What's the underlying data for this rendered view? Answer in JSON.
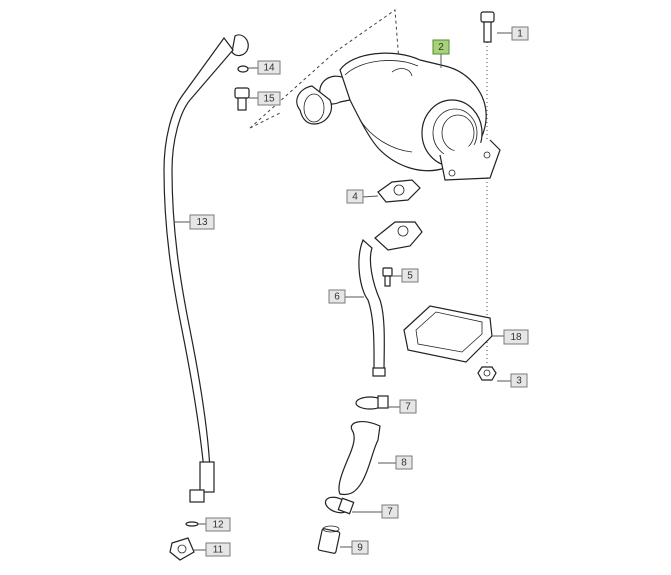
{
  "diagram": {
    "highlight_color": "#a6d27a",
    "callouts": [
      {
        "id": "1",
        "text": "1",
        "selected": false
      },
      {
        "id": "2",
        "text": "2",
        "selected": true
      },
      {
        "id": "3",
        "text": "3",
        "selected": false
      },
      {
        "id": "4",
        "text": "4",
        "selected": false
      },
      {
        "id": "5",
        "text": "5",
        "selected": false
      },
      {
        "id": "6",
        "text": "6",
        "selected": false
      },
      {
        "id": "7a",
        "text": "7",
        "selected": false
      },
      {
        "id": "7b",
        "text": "7",
        "selected": false
      },
      {
        "id": "8",
        "text": "8",
        "selected": false
      },
      {
        "id": "9",
        "text": "9",
        "selected": false
      },
      {
        "id": "11",
        "text": "11",
        "selected": false
      },
      {
        "id": "12",
        "text": "12",
        "selected": false
      },
      {
        "id": "13",
        "text": "13",
        "selected": false
      },
      {
        "id": "14",
        "text": "14",
        "selected": false
      },
      {
        "id": "15",
        "text": "15",
        "selected": false
      },
      {
        "id": "18",
        "text": "18",
        "selected": false
      }
    ]
  }
}
